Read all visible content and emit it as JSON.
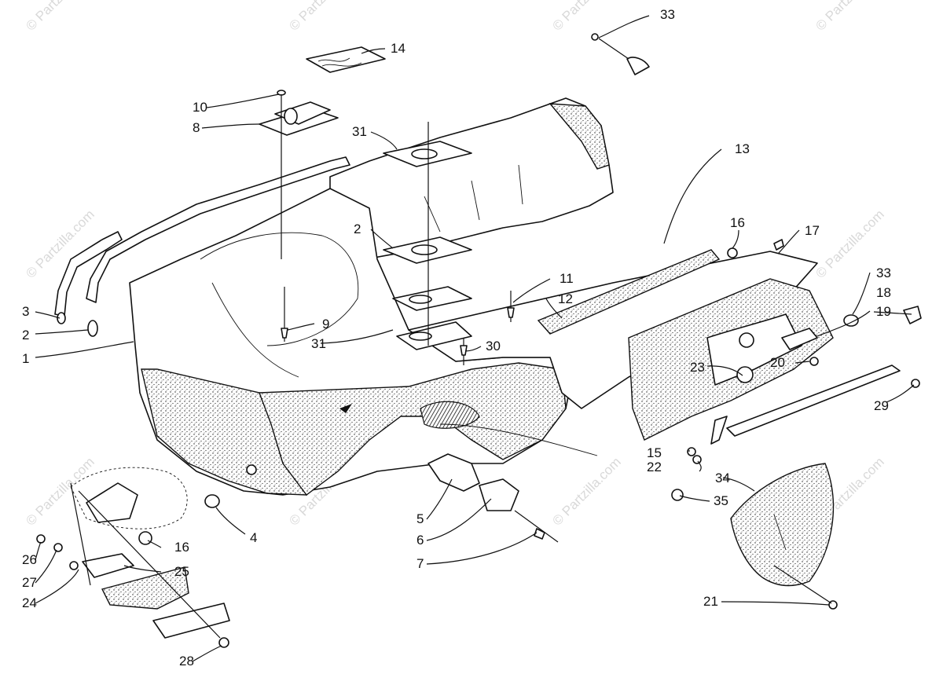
{
  "callouts": [
    {
      "n": "1"
    },
    {
      "n": "2"
    },
    {
      "n": "3"
    },
    {
      "n": "4"
    },
    {
      "n": "5"
    },
    {
      "n": "6"
    },
    {
      "n": "7"
    },
    {
      "n": "8"
    },
    {
      "n": "9"
    },
    {
      "n": "10"
    },
    {
      "n": "11"
    },
    {
      "n": "12"
    },
    {
      "n": "13"
    },
    {
      "n": "14"
    },
    {
      "n": "15"
    },
    {
      "n": "16"
    },
    {
      "n": "16"
    },
    {
      "n": "17"
    },
    {
      "n": "18"
    },
    {
      "n": "19"
    },
    {
      "n": "20"
    },
    {
      "n": "21"
    },
    {
      "n": "22"
    },
    {
      "n": "23"
    },
    {
      "n": "24"
    },
    {
      "n": "25"
    },
    {
      "n": "26"
    },
    {
      "n": "27"
    },
    {
      "n": "28"
    },
    {
      "n": "29"
    },
    {
      "n": "30"
    },
    {
      "n": "31"
    },
    {
      "n": "31"
    },
    {
      "n": "2"
    },
    {
      "n": "33"
    },
    {
      "n": "33"
    },
    {
      "n": "34"
    },
    {
      "n": "35"
    }
  ],
  "watermark": {
    "text": "© Partzilla.com",
    "center_text": "© Partzilla.com"
  }
}
